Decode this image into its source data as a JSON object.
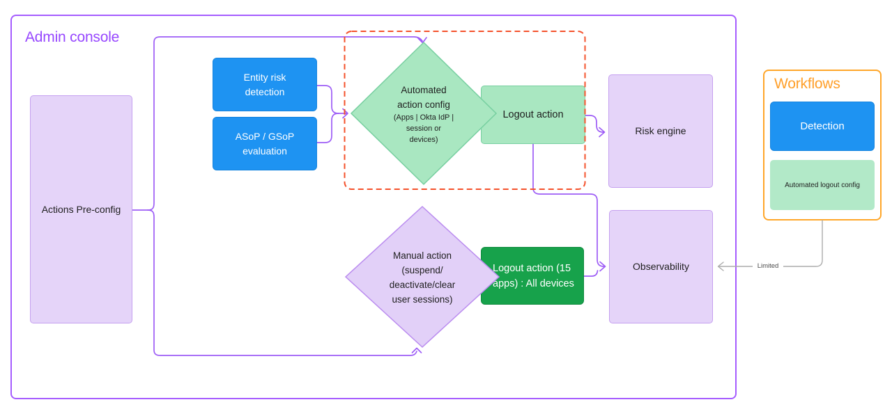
{
  "admin": {
    "title": "Admin console",
    "nodes": {
      "actions_preconfig": {
        "label": "Actions Pre-config"
      },
      "entity_risk": {
        "lines": [
          "Entity risk",
          "detection"
        ]
      },
      "asop": {
        "lines": [
          "ASoP / GSoP",
          "evaluation"
        ]
      },
      "automated_diamond": {
        "lines": [
          "Automated",
          "action config"
        ],
        "sublines": [
          "(Apps | Okta IdP |",
          "session or",
          "devices)"
        ]
      },
      "logout_action": {
        "label": "Logout action"
      },
      "risk_engine": {
        "label": "Risk engine"
      },
      "manual_diamond": {
        "lines": [
          "Manual action",
          "(suspend/",
          "deactivate/clear",
          "user sessions)"
        ]
      },
      "logout_all": {
        "lines": [
          "Logout action (15",
          "apps) : All devices"
        ]
      },
      "observability": {
        "label": "Observability"
      }
    }
  },
  "workflows": {
    "title": "Workflows",
    "detection": {
      "label": "Detection"
    },
    "auto_logout_config": {
      "label": "Automated logout config"
    }
  },
  "connectors": {
    "limited_label": "Limited"
  },
  "colors": {
    "admin_border": "#a55cff",
    "admin_title": "#9747ff",
    "workflows_border": "#ffa629",
    "workflows_title": "#ff9f29",
    "connector_purple": "#9d5cf6",
    "connector_gray": "#ababab",
    "lavender_fill": "#e5d4f9",
    "lavender_border": "#c5a0f0",
    "blue_fill": "#1e93f2",
    "green_light_fill": "#a9e7c1",
    "green_light_border": "#77cfa0",
    "green_dark_fill": "#17a24b",
    "dashed_box": "#f4502a",
    "text_dark": "#1e1e1e"
  }
}
